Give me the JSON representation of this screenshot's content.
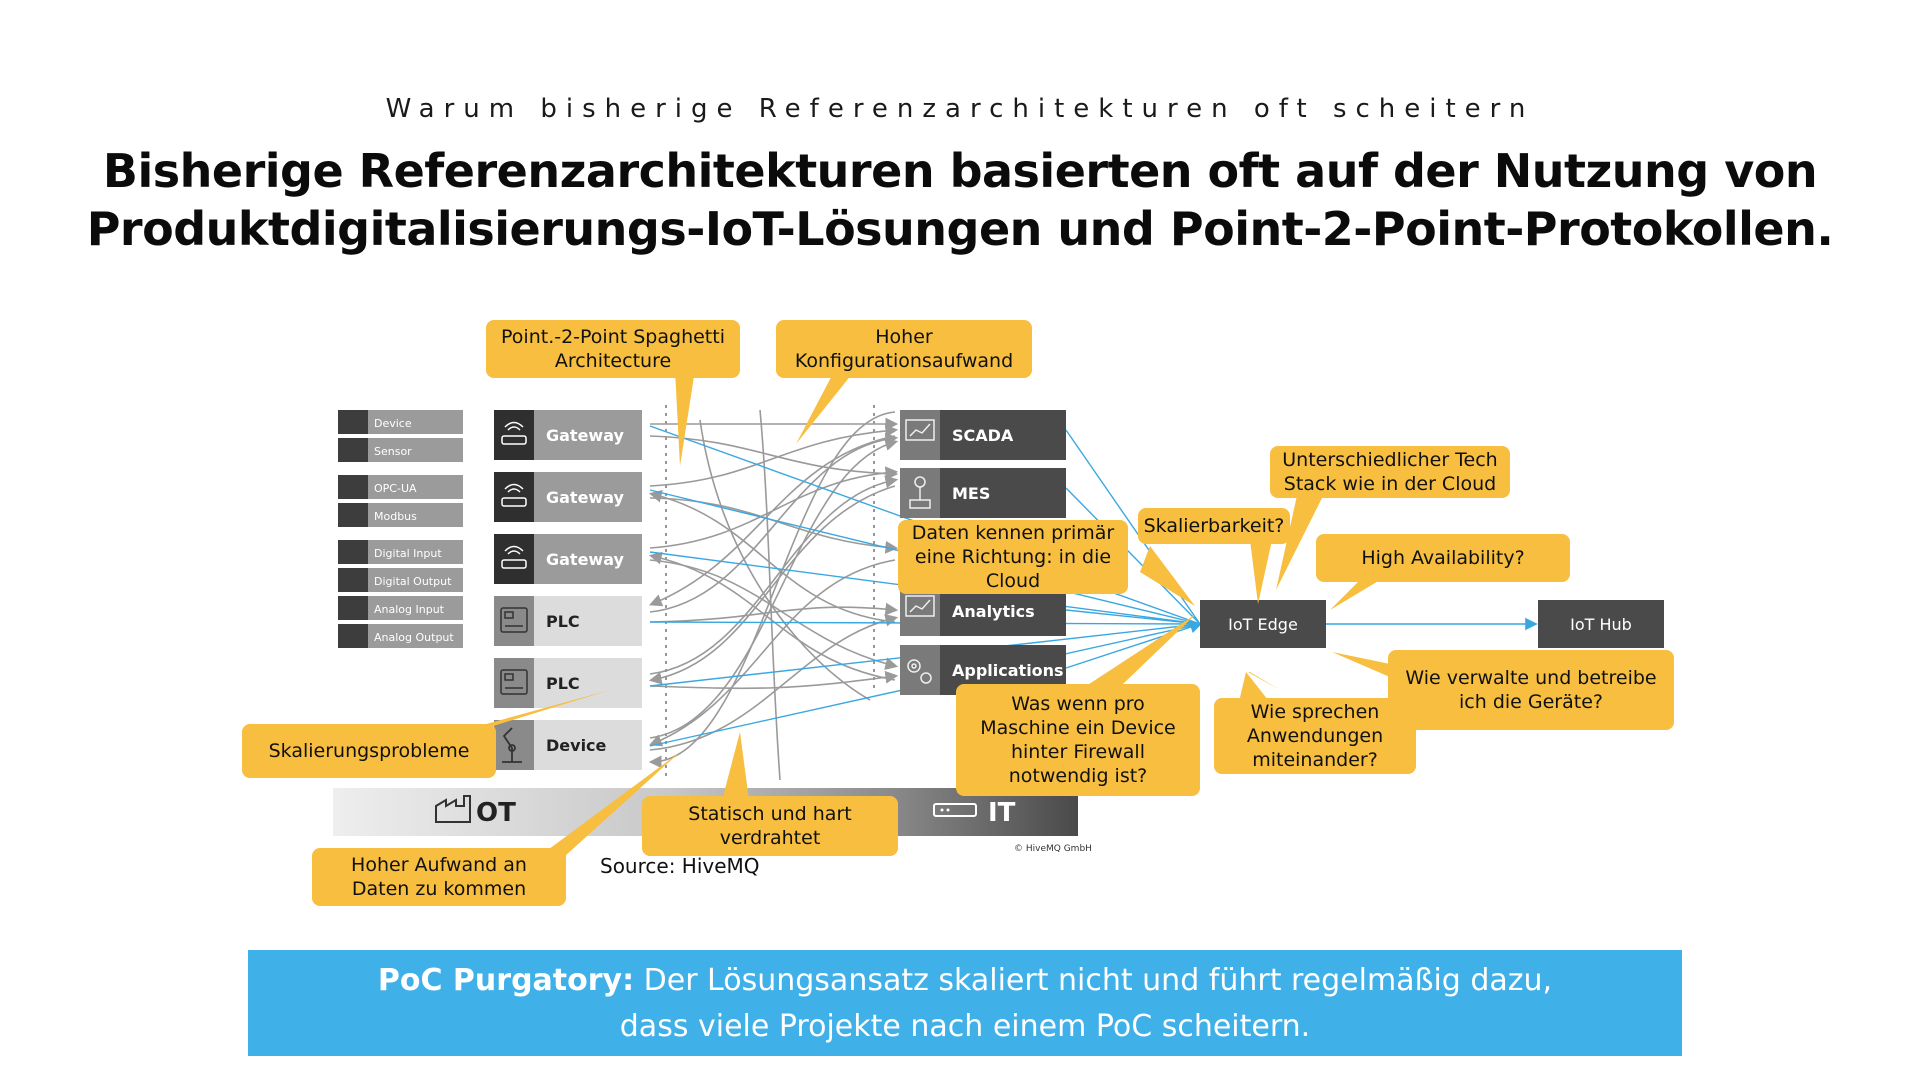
{
  "header": {
    "overline": "Warum bisherige Referenzarchitekturen oft scheitern",
    "title_line1": "Bisherige Referenzarchitekturen basierten oft auf der Nutzung von",
    "title_line2": "Produktdigitalisierungs-IoT-Lösungen und Point-2-Point-Protokollen."
  },
  "diagram": {
    "sources": [
      "Device",
      "Sensor",
      "OPC-UA",
      "Modbus",
      "Digital Input",
      "Digital Output",
      "Analog Input",
      "Analog Output"
    ],
    "ot_nodes": [
      "Gateway",
      "Gateway",
      "Gateway",
      "PLC",
      "PLC",
      "Device"
    ],
    "it_nodes": [
      "SCADA",
      "MES",
      "Analytics",
      "Applications"
    ],
    "edge": "IoT Edge",
    "hub": "IoT Hub",
    "ot_label": "OT",
    "it_label": "IT",
    "copyright": "© HiveMQ GmbH",
    "source": "Source: HiveMQ"
  },
  "callouts": {
    "spaghetti": "Point.-2-Point Spaghetti Architecture",
    "config": "Hoher Konfigurationsaufwand",
    "tech_stack": "Unterschiedlicher Tech Stack wie in der Cloud",
    "scalability": "Skalierbarkeit?",
    "direction": "Daten kennen primär eine Richtung: in die Cloud",
    "availability": "High Availability?",
    "scaling_problems": "Skalierungsprobleme",
    "firewall": "Was wenn pro Maschine ein Device hinter Firewall notwendig ist?",
    "apps_talk": "Wie sprechen Anwendungen miteinander?",
    "manage": "Wie verwalte und betreibe ich die Geräte?",
    "wired": "Statisch und hart verdrahtet",
    "effort": "Hoher Aufwand an Daten zu kommen"
  },
  "banner": {
    "bold": "PoC Purgatory:",
    "line1_rest": " Der Lösungsansatz skaliert nicht und führt regelmäßig dazu,",
    "line2": "dass viele Projekte nach einem PoC scheitern."
  },
  "colors": {
    "callout": "#f7be3f",
    "banner": "#3fb0e8",
    "dark_node": "#4a4a4a",
    "light_node": "#d6d6d6",
    "line_blue": "#3aa8e0",
    "line_gray": "#9a9a9a"
  }
}
